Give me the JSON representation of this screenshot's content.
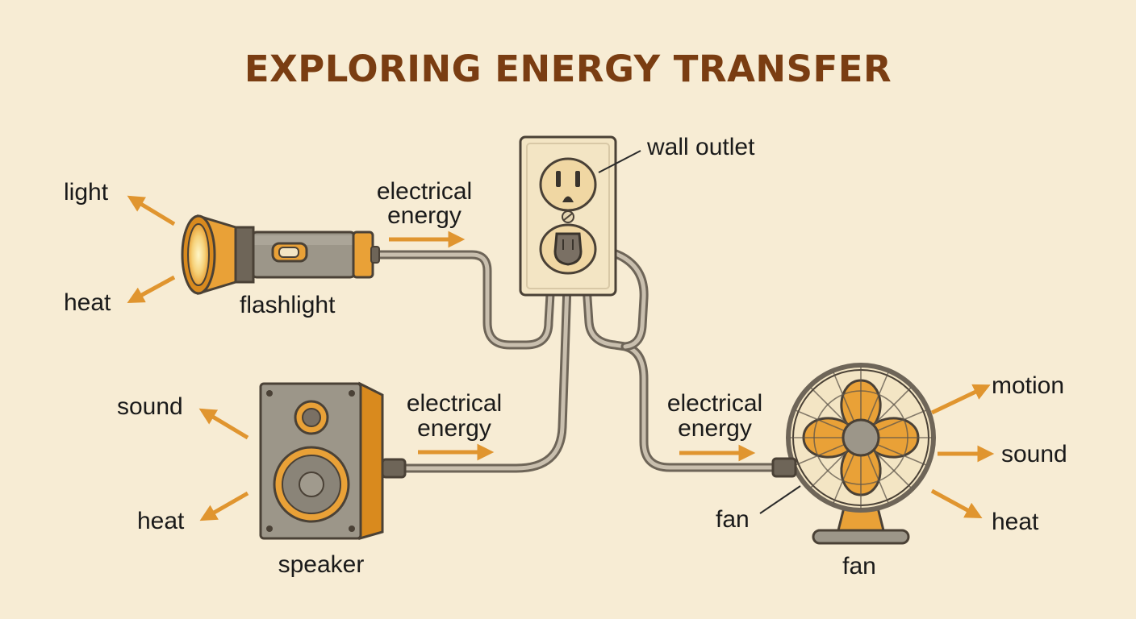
{
  "title": "EXPLORING ENERGY TRANSFER",
  "colors": {
    "background": "#f7ecd4",
    "title": "#7a3d12",
    "accent_orange": "#e9a137",
    "arrow": "#e0952f",
    "body_gray": "#9c9689",
    "cord": "#6e6558",
    "outlet_plate": "#f3e5c4"
  },
  "labels": {
    "wall_outlet": "wall outlet",
    "flashlight": "flashlight",
    "flashlight_light": "light",
    "flashlight_heat": "heat",
    "flashlight_input_line1": "electrical",
    "flashlight_input_line2": "energy",
    "speaker": "speaker",
    "speaker_sound": "sound",
    "speaker_heat": "heat",
    "speaker_input_line1": "electrical",
    "speaker_input_line2": "energy",
    "fan_caption": "fan",
    "fan_pointer": "fan",
    "fan_motion": "motion",
    "fan_sound": "sound",
    "fan_heat": "heat",
    "fan_input_line1": "electrical",
    "fan_input_line2": "energy"
  },
  "icons": [
    "flashlight-icon",
    "speaker-icon",
    "fan-icon",
    "wall-outlet-icon",
    "arrow-icon"
  ]
}
